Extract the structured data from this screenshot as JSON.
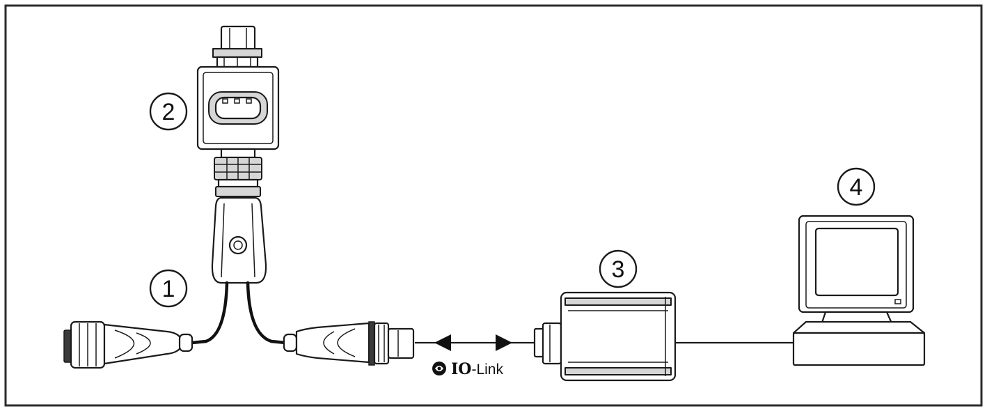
{
  "callouts": [
    {
      "id": "1",
      "label": "1"
    },
    {
      "id": "2",
      "label": "2"
    },
    {
      "id": "3",
      "label": "3"
    },
    {
      "id": "4",
      "label": "4"
    }
  ],
  "io_link": {
    "brand_bold": "IO",
    "brand_rest": "-Link",
    "icon": "io-link-logo-icon"
  },
  "colors": {
    "line": "#1a1a1a",
    "shade": "#d6d6d6",
    "frame": "#2b2b2b"
  }
}
